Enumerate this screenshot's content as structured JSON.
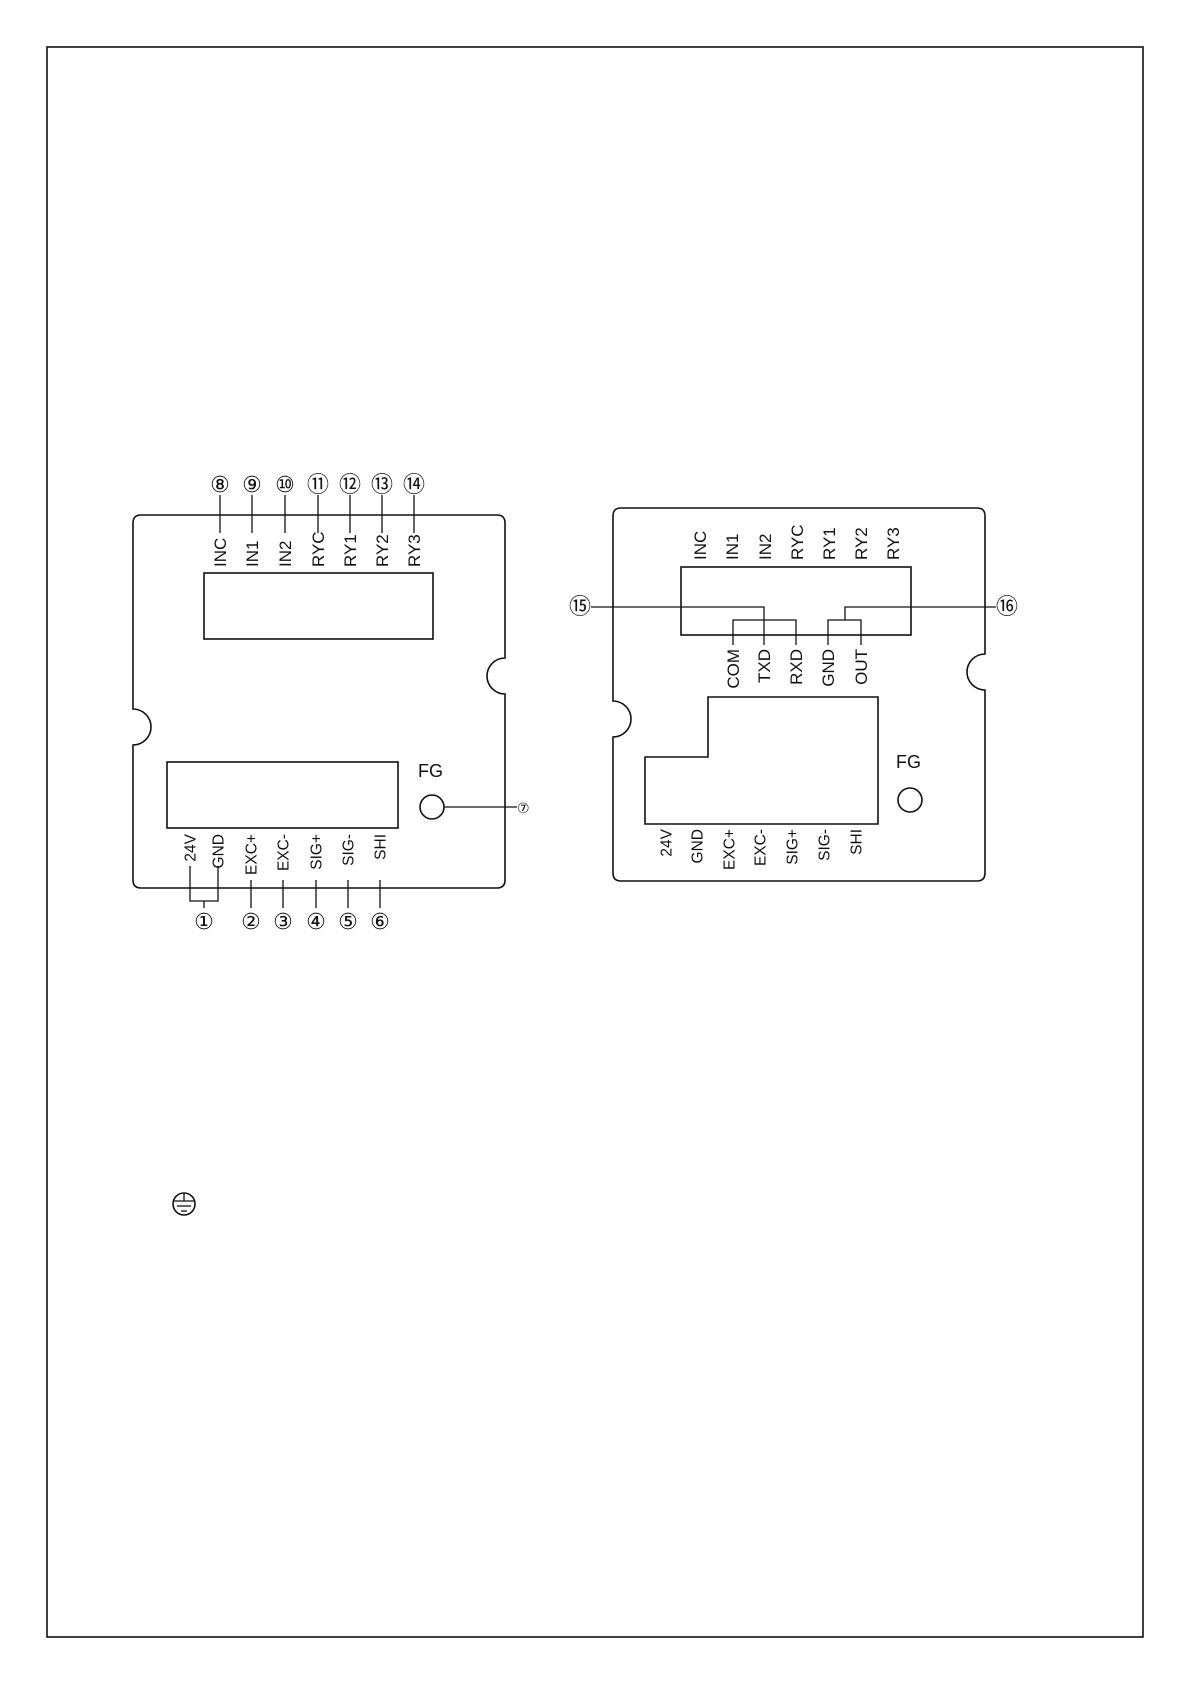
{
  "left_panel": {
    "top_terminals": [
      "INC",
      "IN1",
      "IN2",
      "RYC",
      "RY1",
      "RY2",
      "RY3"
    ],
    "top_numbers": [
      "⑧",
      "⑨",
      "⑩",
      "⑪",
      "⑫",
      "⑬",
      "⑭"
    ],
    "bottom_terminals": [
      "24V",
      "GND",
      "EXC+",
      "EXC-",
      "SIG+",
      "SIG-",
      "SHI"
    ],
    "bottom_numbers": [
      "①",
      "②",
      "③",
      "④",
      "⑤",
      "⑥"
    ],
    "fg_label": "FG",
    "fg_number": "⑦"
  },
  "right_panel": {
    "top_terminals": [
      "INC",
      "IN1",
      "IN2",
      "RYC",
      "RY1",
      "RY2",
      "RY3"
    ],
    "middle_terminals": [
      "COM",
      "TXD",
      "RXD",
      "GND",
      "OUT"
    ],
    "bottom_terminals": [
      "24V",
      "GND",
      "EXC+",
      "EXC-",
      "SIG+",
      "SIG-",
      "SHI"
    ],
    "fg_label": "FG",
    "group_numbers": [
      "⑮",
      "⑯"
    ]
  },
  "ground_symbol": "earth-ground-icon"
}
